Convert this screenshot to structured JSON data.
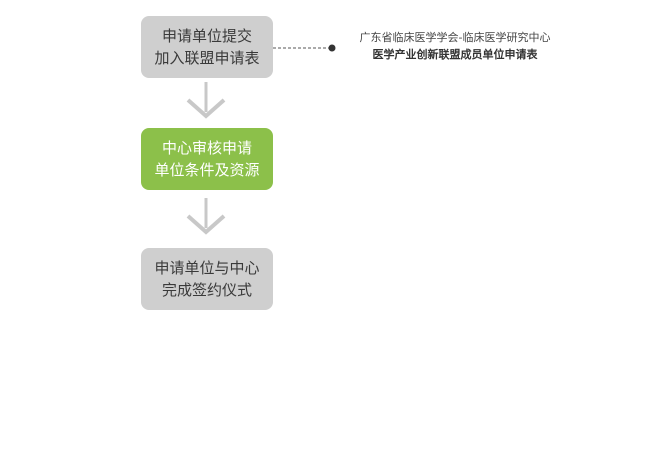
{
  "steps": [
    {
      "line1": "申请单位提交",
      "line2": "加入联盟申请表"
    },
    {
      "line1": "中心审核申请",
      "line2": "单位条件及资源"
    },
    {
      "line1": "申请单位与中心",
      "line2": "完成签约仪式"
    }
  ],
  "note": {
    "line1": "广东省临床医学学会-临床医学研究中心",
    "line2": "医学产业创新联盟成员单位申请表"
  },
  "colors": {
    "gray_box": "#cfcfcf",
    "green_box": "#8cc04a",
    "arrow": "#c8c8c8",
    "connector": "#555555"
  }
}
